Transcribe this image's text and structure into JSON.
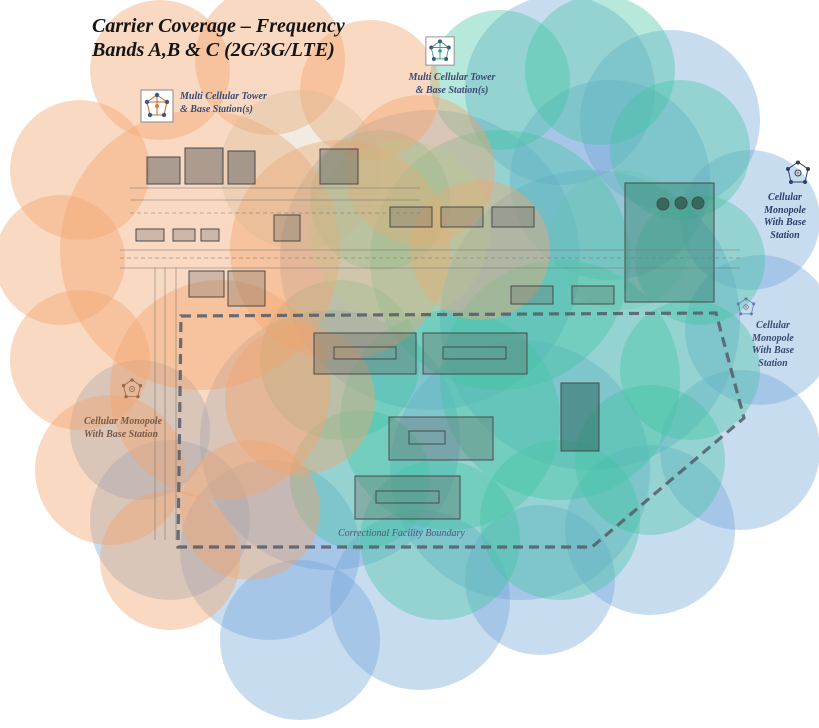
{
  "title": "Carrier Coverage – Frequency Bands A,B & C (2G/3G/LTE)",
  "labels": {
    "multi_tower_left": "Multi Cellular Tower\n& Base Station(s)",
    "multi_tower_center": "Multi Cellular Tower\n& Base Station(s)",
    "monopole_right_top": "Cellular\nMonopole\nWith Base\nStation",
    "monopole_right_mid": "Cellular\nMonopole\nWith Base\nStation",
    "monopole_left": "Cellular Monopole\nWith Base Station",
    "boundary": "Correctional Facility Boundary"
  },
  "icons": {
    "multi_tower": "tower-network-icon",
    "monopole": "monopole-network-icon"
  },
  "colors": {
    "band_a": "#f2a56e",
    "band_b": "#6fa3d8",
    "band_c": "#3fc6a0",
    "boundary": "#555a66",
    "label_text": "#3a4a72"
  }
}
